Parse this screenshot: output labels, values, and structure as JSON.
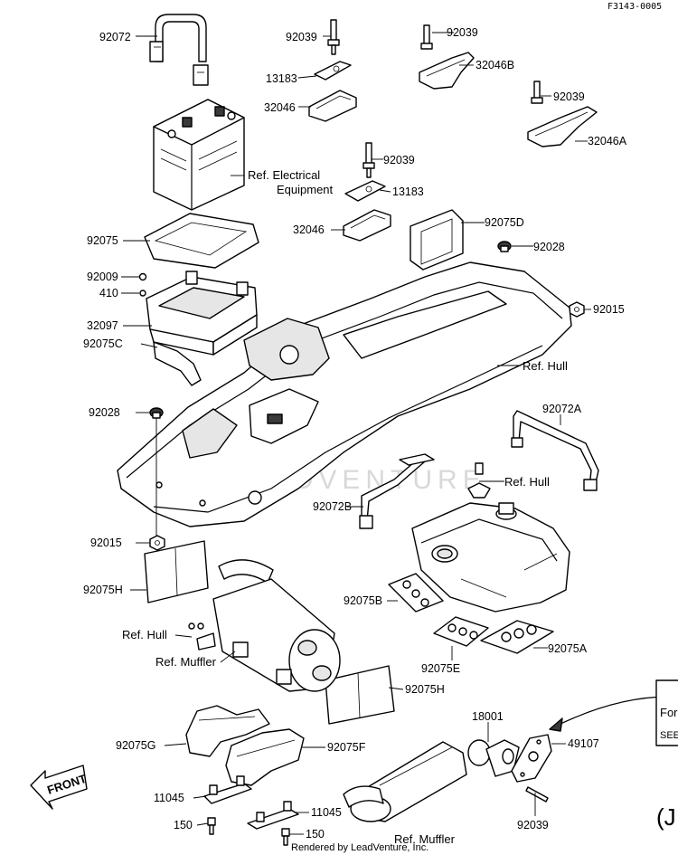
{
  "diagram": {
    "ref_code": "F3143-0005",
    "watermark": "LEADVENTURE",
    "credit": "Rendered by LeadVenture, Inc.",
    "front_label": "FRONT",
    "side_box_text": [
      "For",
      "SEE"
    ],
    "corner_letter": "(J",
    "labels": {
      "p92072": "92072",
      "p92039_a": "92039",
      "p92039_b": "92039",
      "p92039_c": "92039",
      "p92039_d": "92039",
      "p92039_e": "92039",
      "p13183_a": "13183",
      "p13183_b": "13183",
      "p32046_a": "32046",
      "p32046_b": "32046",
      "p32046B": "32046B",
      "p32046A": "32046A",
      "ref_electrical_1": "Ref. Electrical",
      "ref_electrical_2": "Equipment",
      "p92075": "92075",
      "p92075D": "92075D",
      "p92028_a": "92028",
      "p92028_b": "92028",
      "p92009": "92009",
      "p410": "410",
      "p92015_a": "92015",
      "p92015_b": "92015",
      "p32097": "32097",
      "p92075C": "92075C",
      "ref_hull_a": "Ref. Hull",
      "ref_hull_b": "Ref. Hull",
      "ref_hull_c": "Ref. Hull",
      "p92072A": "92072A",
      "p92072B": "92072B",
      "p92075H_a": "92075H",
      "p92075H_b": "92075H",
      "p92075B": "92075B",
      "p92075A": "92075A",
      "p92075E": "92075E",
      "ref_muffler_a": "Ref. Muffler",
      "ref_muffler_b": "Ref. Muffler",
      "p92075G": "92075G",
      "p92075F": "92075F",
      "p18001": "18001",
      "p49107": "49107",
      "p11045_a": "11045",
      "p11045_b": "11045",
      "p150_a": "150",
      "p150_b": "150"
    }
  }
}
